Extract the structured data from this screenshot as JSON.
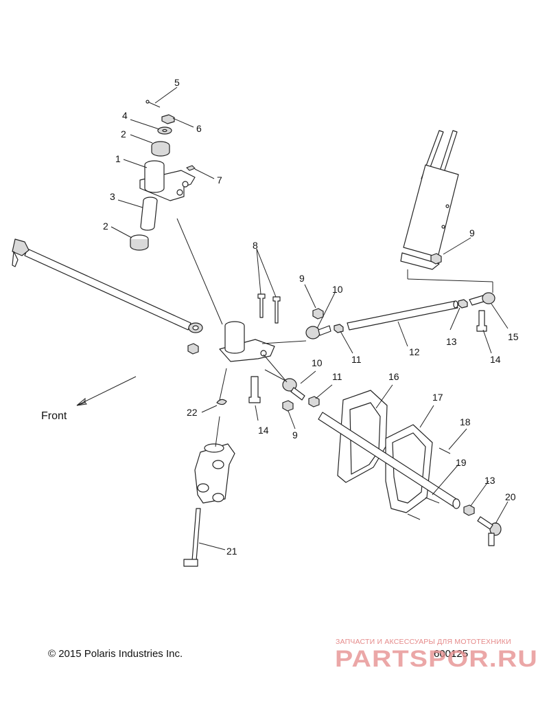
{
  "diagram": {
    "direction_label": "Front",
    "copyright": "© 2015 Polaris Industries Inc.",
    "diagram_id": "600125",
    "callouts": {
      "c1": "1",
      "c2a": "2",
      "c2b": "2",
      "c3": "3",
      "c4": "4",
      "c5": "5",
      "c6": "6",
      "c7": "7",
      "c8": "8",
      "c9a": "9",
      "c9b": "9",
      "c9c": "9",
      "c10a": "10",
      "c10b": "10",
      "c11a": "11",
      "c11b": "11",
      "c12": "12",
      "c13a": "13",
      "c13b": "13",
      "c14a": "14",
      "c14b": "14",
      "c15": "15",
      "c16": "16",
      "c17": "17",
      "c18": "18",
      "c19": "19",
      "c20": "20",
      "c21": "21",
      "c22": "22"
    }
  },
  "watermark": {
    "tagline": "ЗАПЧАСТИ И АКСЕССУАРЫ ДЛЯ МОТОТЕХНИКИ",
    "logo_text": "PARTSPOR.RU",
    "color": "#e58a8a"
  },
  "colors": {
    "line": "#222222",
    "fill_grey": "#d9d9d9",
    "fill_dark": "#8a8a8a"
  }
}
